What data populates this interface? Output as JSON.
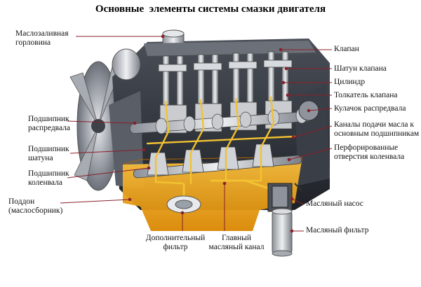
{
  "title": "Основные  элементы системы смазки двигателя",
  "labels": {
    "oil_filler_neck": [
      "Маслозаливная",
      "горловина"
    ],
    "camshaft_bearing": [
      "Подшипник",
      "распредвала"
    ],
    "rod_bearing": [
      "Подшипник",
      "шатуна"
    ],
    "crank_bearing": [
      "Подшипник",
      "коленвала"
    ],
    "oil_pan": [
      "Поддон",
      "(маслосборник)"
    ],
    "extra_filter": [
      "Дополнительный",
      "фильтр"
    ],
    "main_oil_channel": [
      "Главный",
      "масляный канал"
    ],
    "valve": "Клапан",
    "valve_rod": "Шатун клапана",
    "cylinder": "Цилиндр",
    "valve_lifter": "Толкатель клапана",
    "cam": "Кулачок распредвала",
    "main_bearing_channels": [
      "Каналы подачи масла к",
      "основным подшипникам"
    ],
    "perforated_holes": [
      "Перфорированные",
      "отверстия коленвала"
    ],
    "oil_pump": "Масляный насос",
    "oil_filter": "Масляный фильтр"
  },
  "colors": {
    "oil": "#f2a818",
    "oil_dark": "#c97400",
    "metal": "#c9ccd1",
    "metal_dark": "#5b6068",
    "block": "#2c3038",
    "leader_line": "#8a1f2a"
  }
}
